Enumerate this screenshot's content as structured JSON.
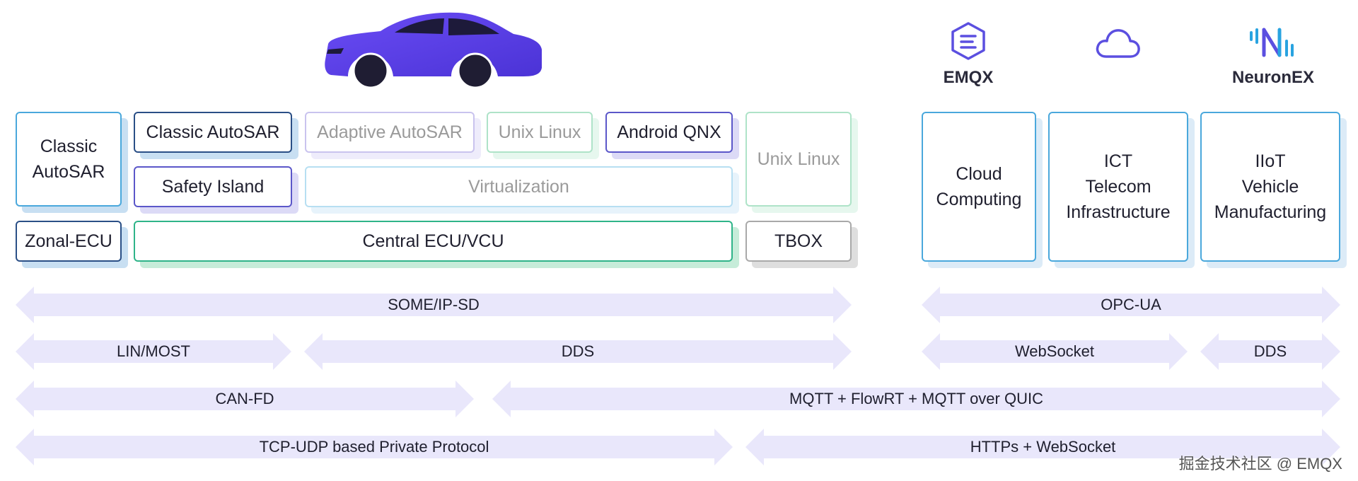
{
  "logos": {
    "emqx_label": "EMQX",
    "neuronex_label": "NeuronEX",
    "icons": [
      "car-icon",
      "emqx-hexagon-icon",
      "cloud-icon",
      "neuronex-icon"
    ]
  },
  "boxes": {
    "classic_autosar_left": "Classic\nAutoSAR",
    "classic_autosar": "Classic AutoSAR",
    "adaptive_autosar": "Adaptive AutoSAR",
    "unix_linux_small": "Unix Linux",
    "android_qnx": "Android QNX",
    "unix_linux_tall": "Unix Linux",
    "safety_island": "Safety Island",
    "virtualization": "Virtualization",
    "zonal_ecu": "Zonal-ECU",
    "central_ecu": "Central ECU/VCU",
    "tbox": "TBOX",
    "cloud_computing": "Cloud\nComputing",
    "ict": "ICT\nTelecom\nInfrastructure",
    "iiot": "IIoT\nVehicle\nManufacturing"
  },
  "protocols": {
    "some_ip": "SOME/IP-SD",
    "opc_ua": "OPC-UA",
    "lin_most": "LIN/MOST",
    "dds_left": "DDS",
    "websocket": "WebSocket",
    "dds_right": "DDS",
    "can_fd": "CAN-FD",
    "mqtt": "MQTT + FlowRT + MQTT over QUIC",
    "tcp_udp": "TCP-UDP based Private Protocol",
    "https": "HTTPs + WebSocket"
  },
  "watermark": "掘金技术社区 @ EMQX",
  "colors": {
    "accent_purple": "#5b4fe0",
    "blue": "#4aa8dc",
    "green": "#2fb489",
    "arrow_fill": "#e9e7fb"
  }
}
